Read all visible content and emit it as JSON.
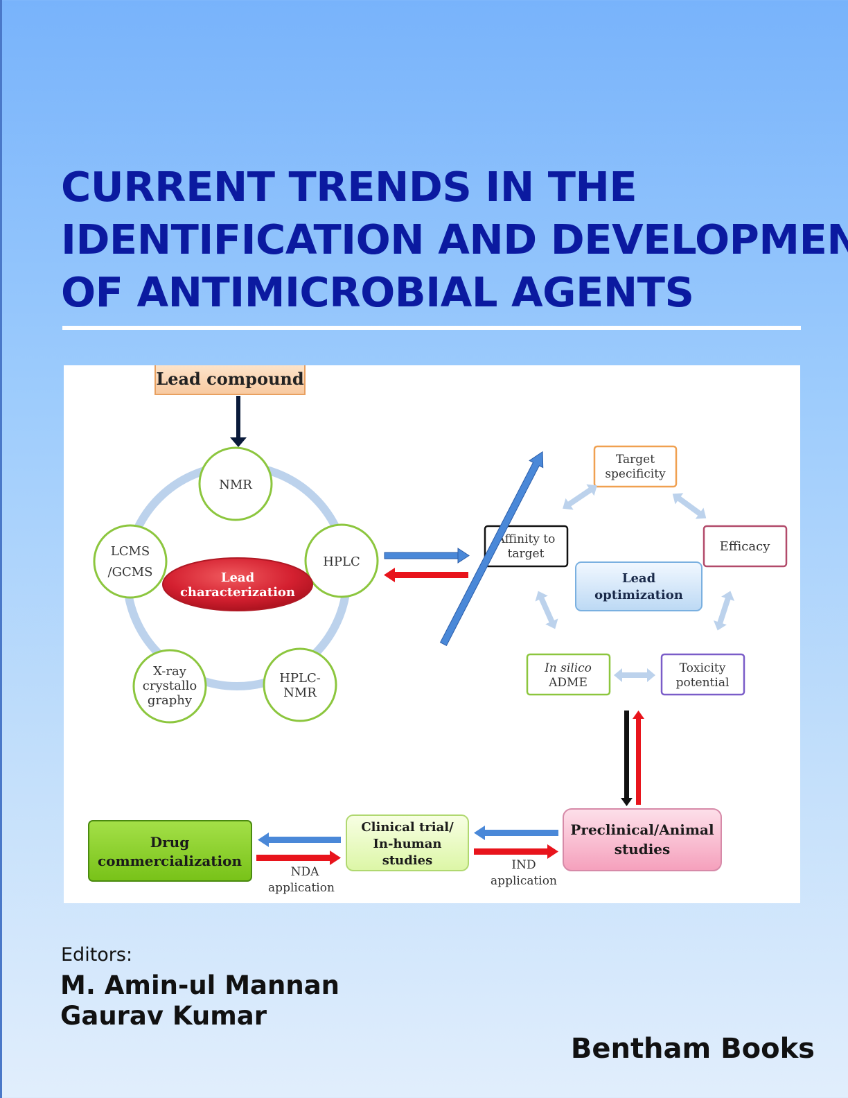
{
  "cover": {
    "title_lines": [
      "CURRENT TRENDS IN THE",
      "IDENTIFICATION AND DEVELOPMENT",
      "OF ANTIMICROBIAL AGENTS"
    ],
    "editors_label": "Editors:",
    "editors": [
      "M. Amin-ul Mannan",
      "Gaurav Kumar"
    ],
    "publisher": "Bentham Books",
    "colors": {
      "title": "#0b1aa0",
      "background_top": "#78b3fb",
      "background_bottom": "#e1eefc"
    }
  },
  "diagram": {
    "lead_compound": "Lead compound",
    "characterization": {
      "center_lines": [
        "Lead",
        "characterization"
      ],
      "techniques": [
        {
          "lines": [
            "NMR"
          ]
        },
        {
          "lines": [
            "HPLC"
          ]
        },
        {
          "lines": [
            "HPLC-",
            "NMR"
          ]
        },
        {
          "lines": [
            "X-ray",
            "crystallo",
            "graphy"
          ]
        },
        {
          "lines": [
            "LCMS",
            "/GCMS"
          ]
        }
      ]
    },
    "optimization": {
      "center_lines": [
        "Lead",
        "optimization"
      ],
      "factors": [
        {
          "lines": [
            "Target",
            "specificity"
          ]
        },
        {
          "lines": [
            "Efficacy"
          ]
        },
        {
          "lines": [
            "Toxicity",
            "potential"
          ]
        },
        {
          "lines": [
            "In silico",
            "ADME"
          ]
        },
        {
          "lines": [
            "Affinity to",
            "target"
          ]
        }
      ]
    },
    "stages": {
      "preclinical": [
        "Preclinical/Animal",
        "studies"
      ],
      "clinical": [
        "Clinical trial/",
        "In-human",
        "studies"
      ],
      "commercial": [
        "Drug",
        "commercialization"
      ]
    },
    "applications": {
      "ind": [
        "IND",
        "application"
      ],
      "nda": [
        "NDA",
        "application"
      ]
    },
    "colors": {
      "blue_arrow": "#4a88d8",
      "red_arrow": "#e8141c",
      "ellipse_red": "#d42030",
      "circle_green": "#8cc63e",
      "ring": "#bcd2ec",
      "drug_box": "#8ad12a",
      "preclinical_box": "#f7a9c2"
    }
  }
}
